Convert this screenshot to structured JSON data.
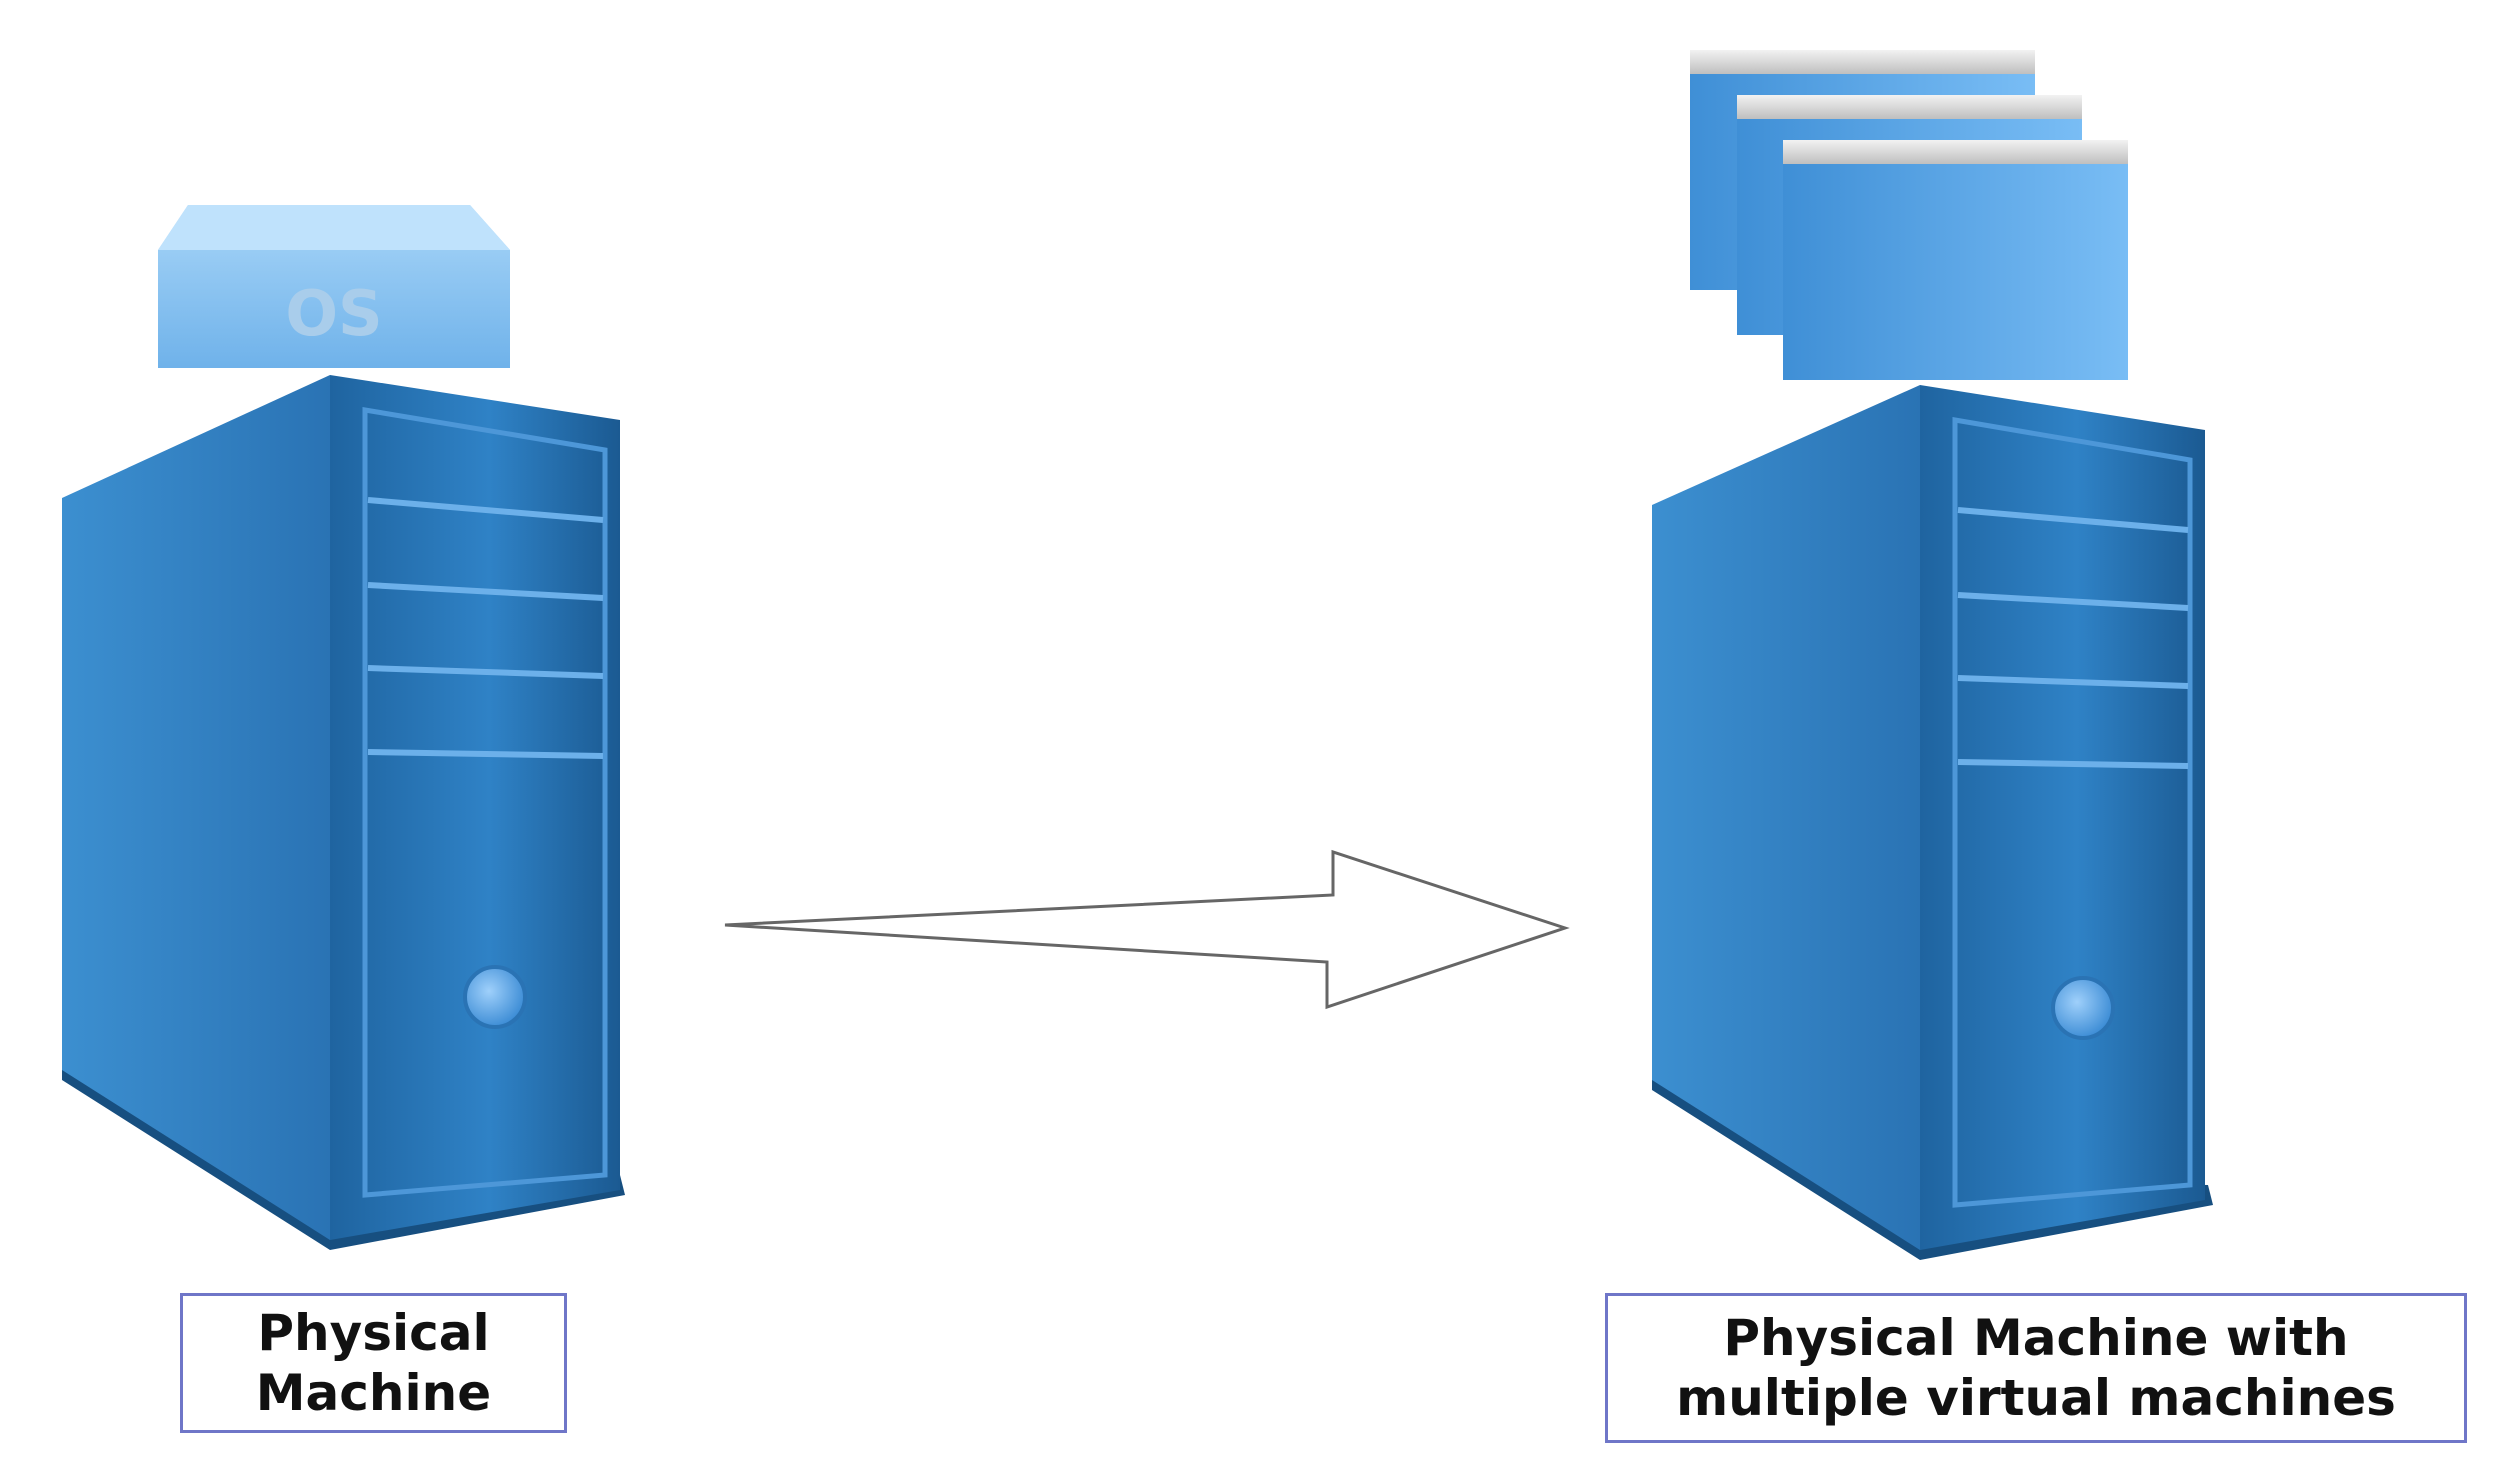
{
  "diagram": {
    "os_label": "OS",
    "left_caption": [
      "Physical",
      "Machine"
    ],
    "right_caption": [
      "Physical Machine with",
      "multiple virtual machines"
    ],
    "virtual_machine_count": 3
  },
  "colors": {
    "tower_dark": "#1d5f98",
    "tower_mid": "#2e7cc0",
    "tower_light": "#5fa9e3",
    "os_block": "#7fbdf0",
    "vm_window": "#5aa7ea",
    "vm_titlebar": "#d4d4d4",
    "caption_border": "#6f76c8",
    "arrow_stroke": "#666666"
  }
}
